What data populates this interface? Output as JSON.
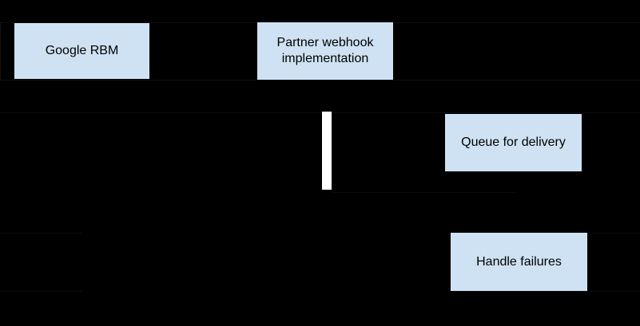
{
  "diagram": {
    "type": "sequence-flow-diagram",
    "background_color": "#000000",
    "node_fill_color": "#cfe2f3",
    "node_text_color": "#000000",
    "activation_bar_color": "#ffffff",
    "faint_gridline_color": "#0e0e12",
    "nodes": [
      {
        "id": "google-rbm",
        "label": "Google RBM"
      },
      {
        "id": "partner-webhook-implementation",
        "label": "Partner webhook implementation"
      },
      {
        "id": "queue-for-delivery",
        "label": "Queue for delivery"
      },
      {
        "id": "handle-failures",
        "label": "Handle failures"
      }
    ]
  }
}
